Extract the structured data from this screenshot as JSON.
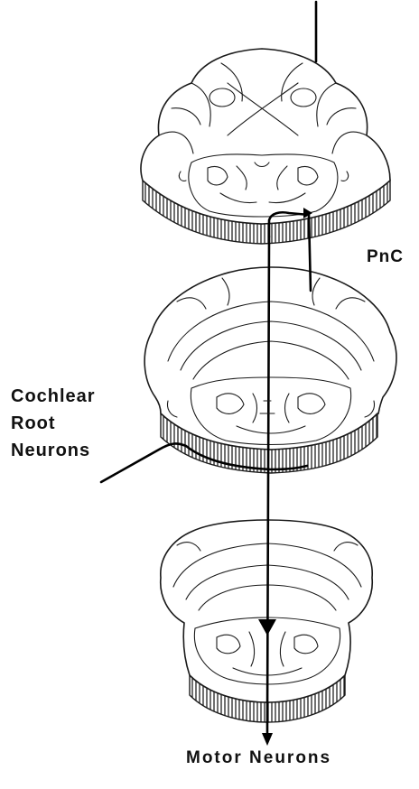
{
  "labels": {
    "pnc": "PnC",
    "cochlear_line1": "Cochlear",
    "cochlear_line2": "Root",
    "cochlear_line3": "Neurons",
    "motor": "Motor Neurons"
  },
  "colors": {
    "line": "#000000",
    "background": "#ffffff"
  }
}
